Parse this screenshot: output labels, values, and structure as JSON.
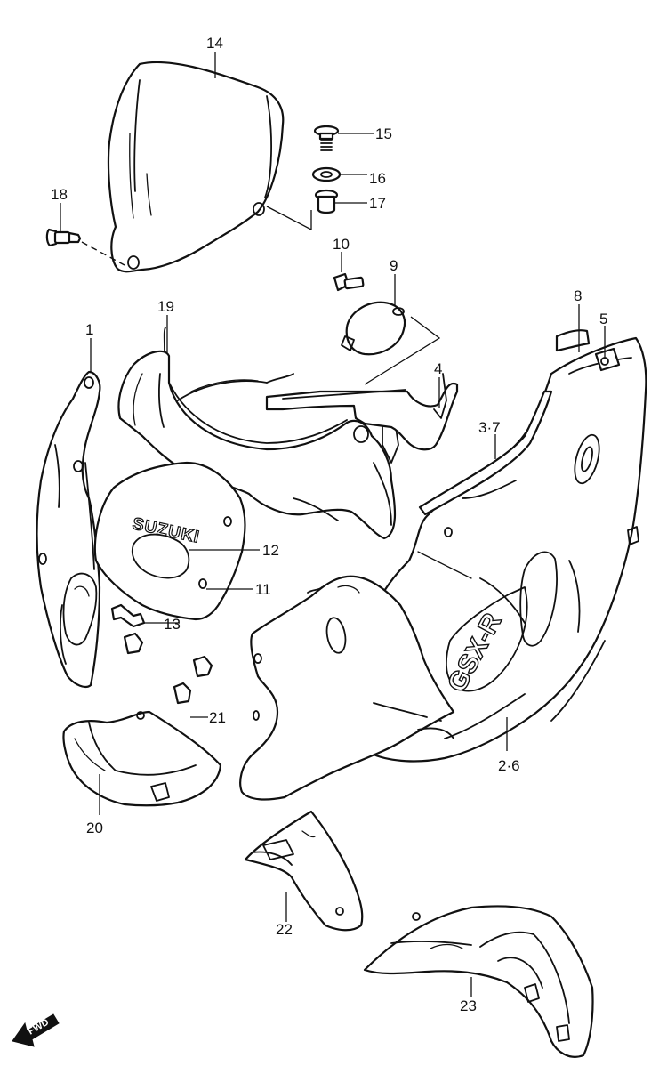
{
  "callouts": {
    "c1": "1",
    "c2_6": "2·6",
    "c3_7": "3·7",
    "c4": "4",
    "c5": "5",
    "c8": "8",
    "c9": "9",
    "c10": "10",
    "c11": "11",
    "c12": "12",
    "c13": "13",
    "c14": "14",
    "c15": "15",
    "c16": "16",
    "c17": "17",
    "c18": "18",
    "c19": "19",
    "c20": "20",
    "c21": "21",
    "c22": "22",
    "c23": "23"
  },
  "logos": {
    "brand": "SUZUKI",
    "model": "GSX-R"
  },
  "fwd_label": "FWD"
}
